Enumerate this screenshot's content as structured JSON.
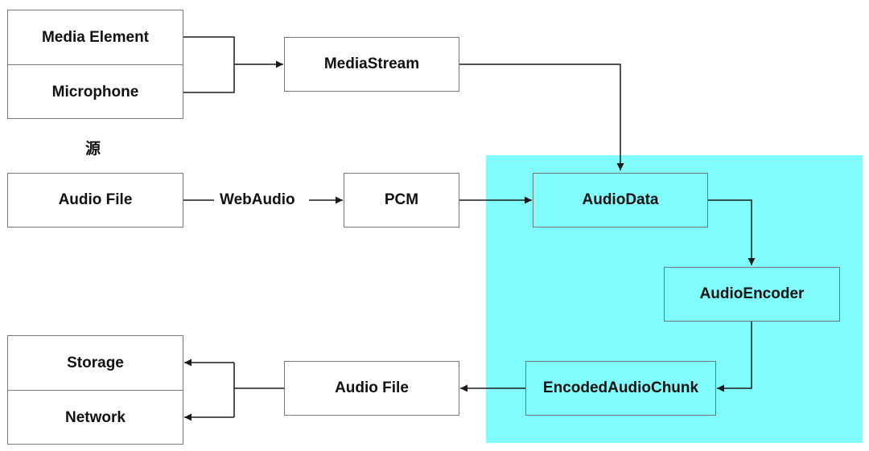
{
  "colors": {
    "encoding_region": "#80fcfc",
    "box_border": "#777777",
    "line": "#1a1a1a",
    "text": "#111111"
  },
  "sources": {
    "media_element": "Media Element",
    "microphone": "Microphone",
    "group_label": "源",
    "audio_file": "Audio File"
  },
  "pipeline": {
    "media_stream": "MediaStream",
    "web_audio": "WebAudio",
    "pcm": "PCM",
    "audio_data": "AudioData",
    "audio_encoder": "AudioEncoder",
    "encoded_audio_chunk": "EncodedAudioChunk",
    "output_audio_file": "Audio File"
  },
  "destinations": {
    "storage": "Storage",
    "network": "Network"
  }
}
